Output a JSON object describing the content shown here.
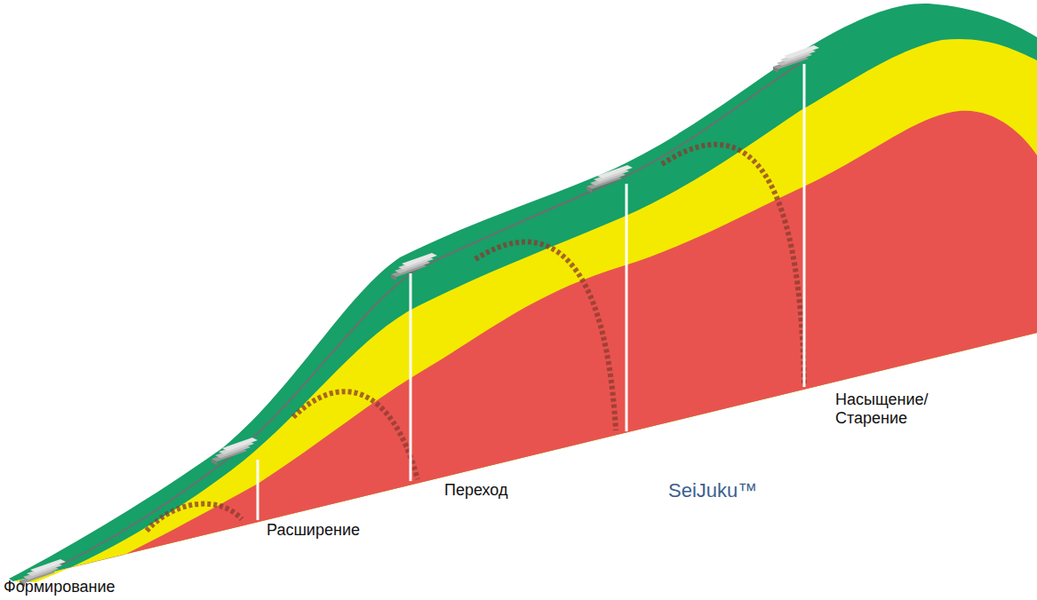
{
  "diagram": {
    "labels": [
      "Формирование",
      "Расширение",
      "Переход",
      "SeiJuku™",
      "Насыщение/ Старение"
    ]
  }
}
